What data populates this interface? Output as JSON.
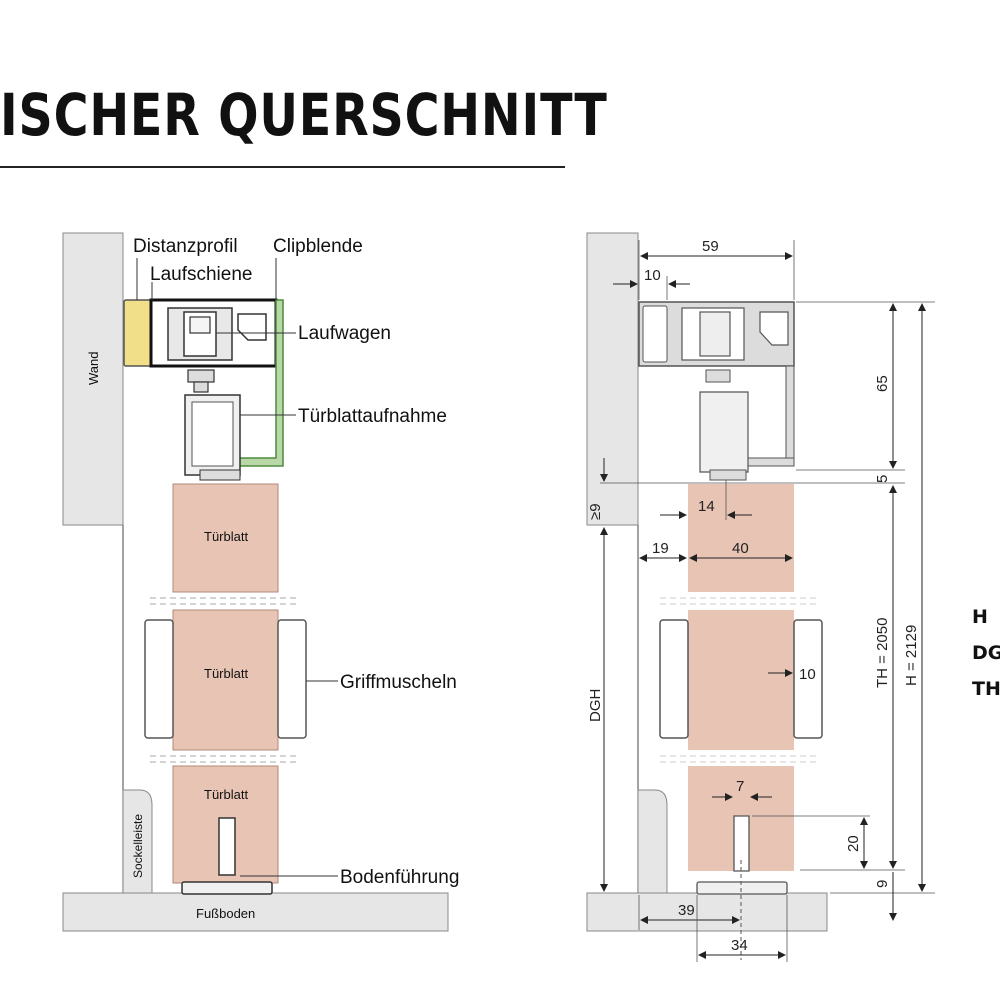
{
  "title": "ISCHER QUERSCHNITT",
  "labels": {
    "distanzprofil": "Distanzprofil",
    "laufschiene": "Laufschiene",
    "clipblende": "Clipblende",
    "laufwagen": "Laufwagen",
    "tuerblattaufnahme": "Türblattaufnahme",
    "griffmuscheln": "Griffmuscheln",
    "bodenfuehrung": "Bodenführung",
    "wand": "Wand",
    "sockelleiste": "Sockelleiste",
    "fussboden": "Fußboden",
    "tuerblatt_top": "Türblatt",
    "tuerblatt_mid": "Türblatt",
    "tuerblatt_bottom": "Türblatt"
  },
  "dimensions": {
    "d59": "59",
    "d10_top": "10",
    "d65": "65",
    "d5": "5",
    "d9_top": "≥9",
    "d14": "14",
    "d19": "19",
    "d40": "40",
    "d10_mid": "10",
    "d7": "7",
    "d20": "20",
    "d9_bottom": "9",
    "d39": "39",
    "d34": "34",
    "dgh": "DGH",
    "th": "TH = 2050",
    "h": "H = 2129"
  },
  "legend": [
    "H",
    "DG",
    "TH"
  ],
  "colors": {
    "door": "#e8c4b4",
    "wall": "#e6e6e6",
    "profile_yellow": "#f2df8a",
    "clip_green": "#7fb36a",
    "metal": "#dcdcdc"
  }
}
